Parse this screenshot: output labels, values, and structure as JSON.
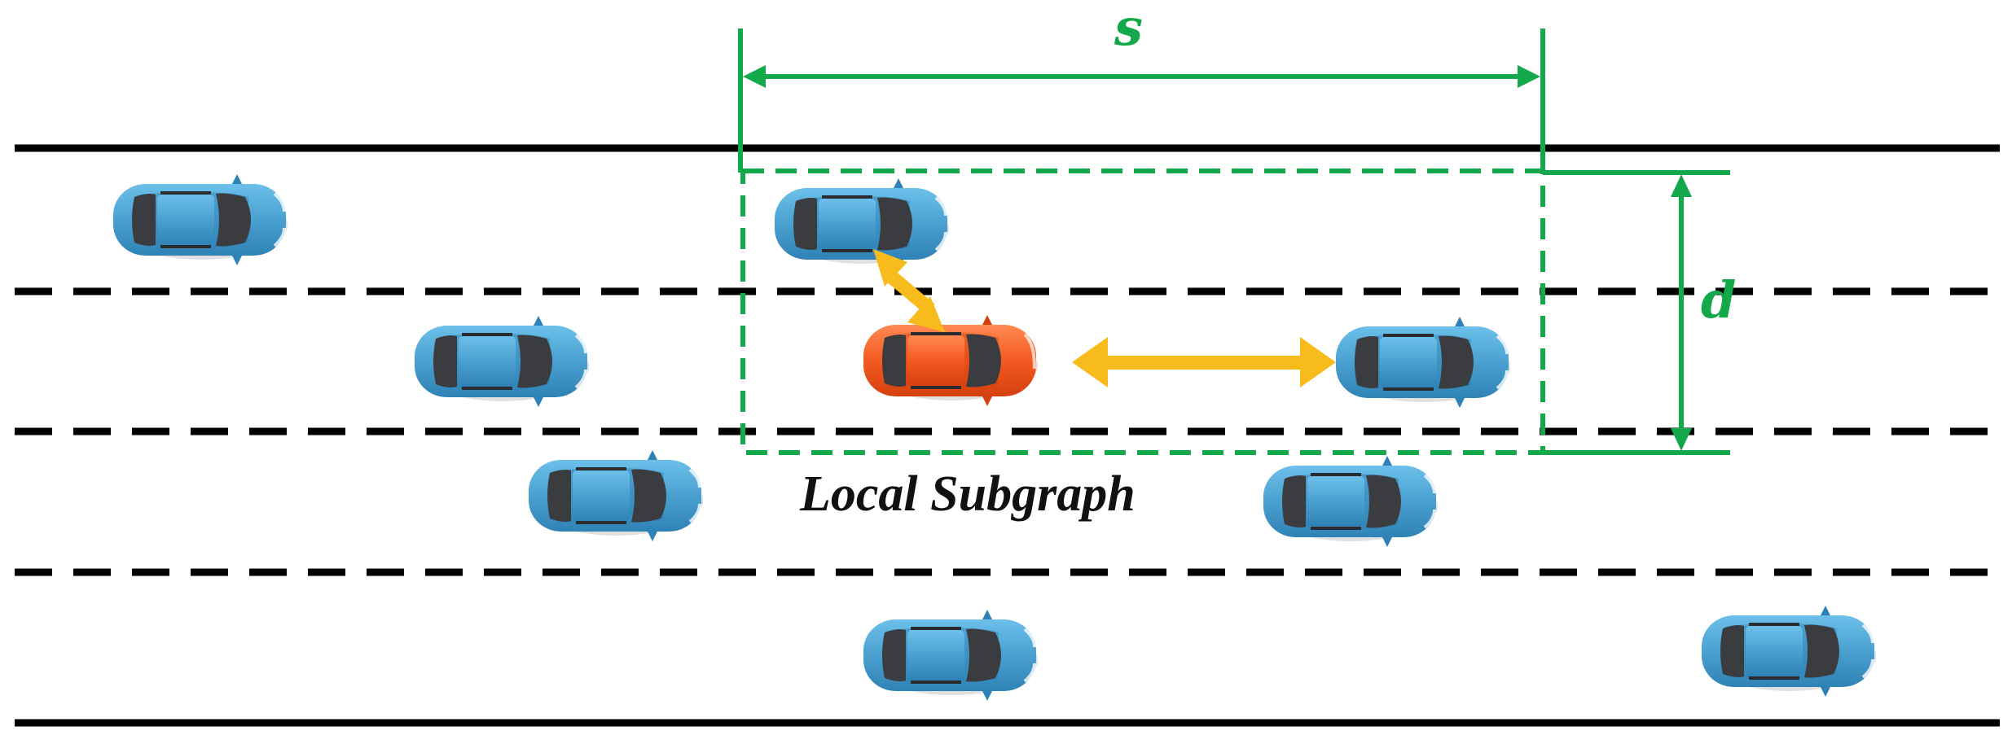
{
  "labels": {
    "width_symbol": "s",
    "height_symbol": "d",
    "subgraph_caption": "Local Subgraph"
  },
  "colors": {
    "boundary_green": "#13a84a",
    "road_line": "#000000",
    "interaction_arrow": "#f7bb1b",
    "ego_car": "#f45a22",
    "other_car": "#4aa0d0",
    "car_roof": "#3a3c3f"
  },
  "road": {
    "lane_count": 4,
    "cars": [
      {
        "id": "car-lane1-a",
        "role": "neighbor"
      },
      {
        "id": "car-lane1-b",
        "role": "neighbor-in-subgraph"
      },
      {
        "id": "car-lane2-a",
        "role": "neighbor"
      },
      {
        "id": "car-lane2-ego",
        "role": "ego"
      },
      {
        "id": "car-lane2-c",
        "role": "neighbor-in-subgraph"
      },
      {
        "id": "car-lane3-a",
        "role": "neighbor"
      },
      {
        "id": "car-lane3-b",
        "role": "neighbor"
      },
      {
        "id": "car-lane4-a",
        "role": "neighbor"
      },
      {
        "id": "car-lane4-b",
        "role": "neighbor"
      }
    ]
  }
}
